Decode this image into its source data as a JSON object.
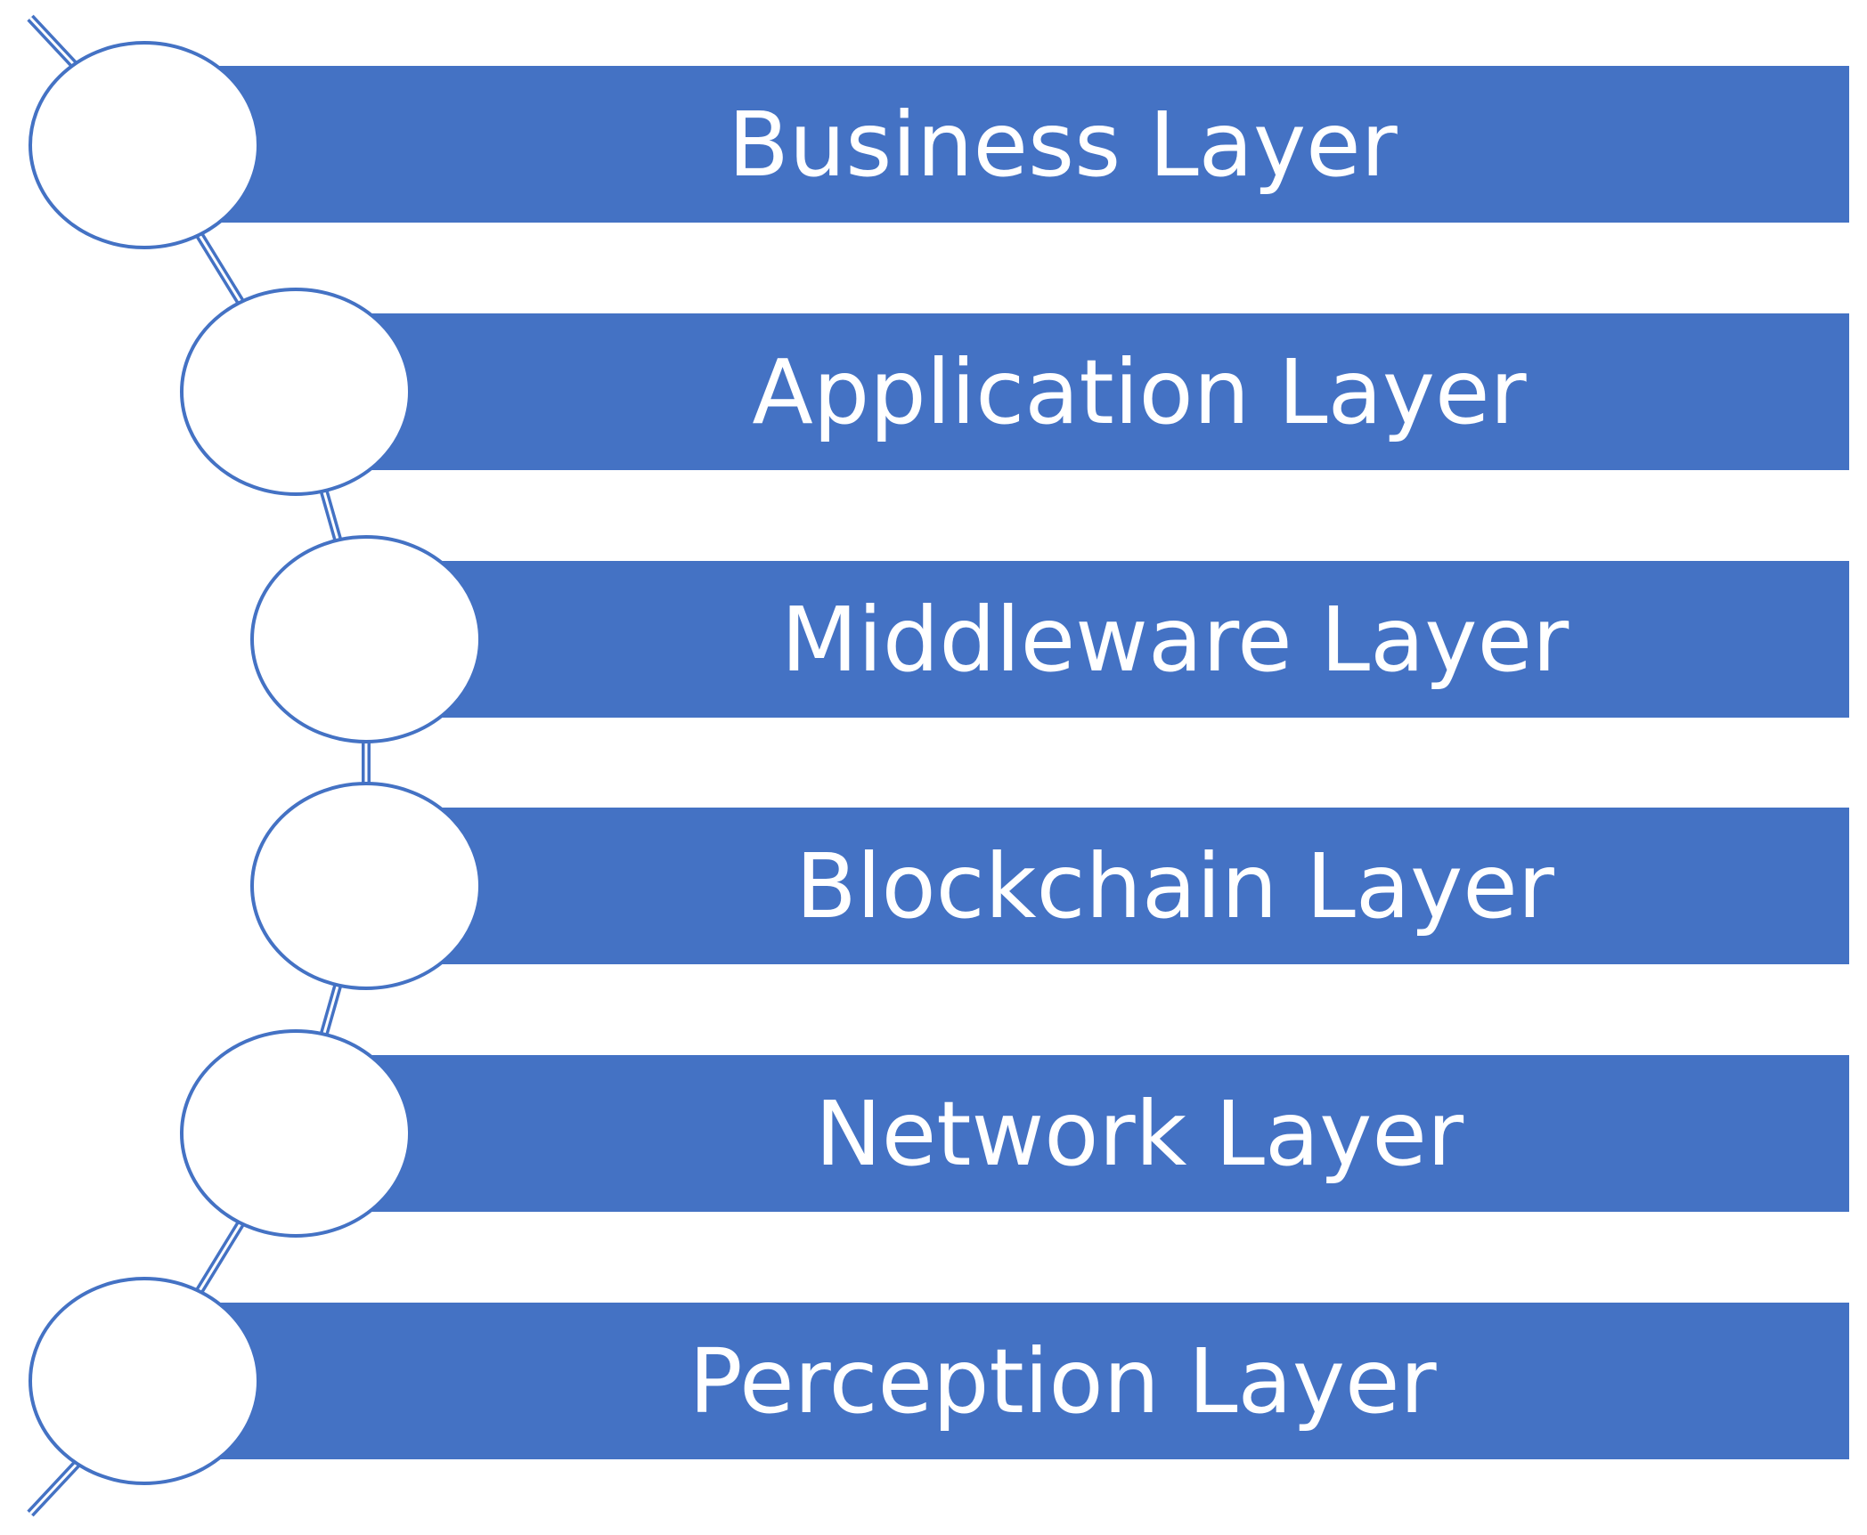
{
  "colors": {
    "bar_fill": "#4472C4",
    "circle_fill": "#FFFFFF",
    "circle_stroke": "#4472C4",
    "connector": "#4472C4",
    "label_text": "#FFFFFF"
  },
  "layers": [
    {
      "label": "Business Layer"
    },
    {
      "label": "Application Layer"
    },
    {
      "label": "Middleware Layer"
    },
    {
      "label": "Blockchain Layer"
    },
    {
      "label": "Network Layer"
    },
    {
      "label": "Perception Layer"
    }
  ]
}
